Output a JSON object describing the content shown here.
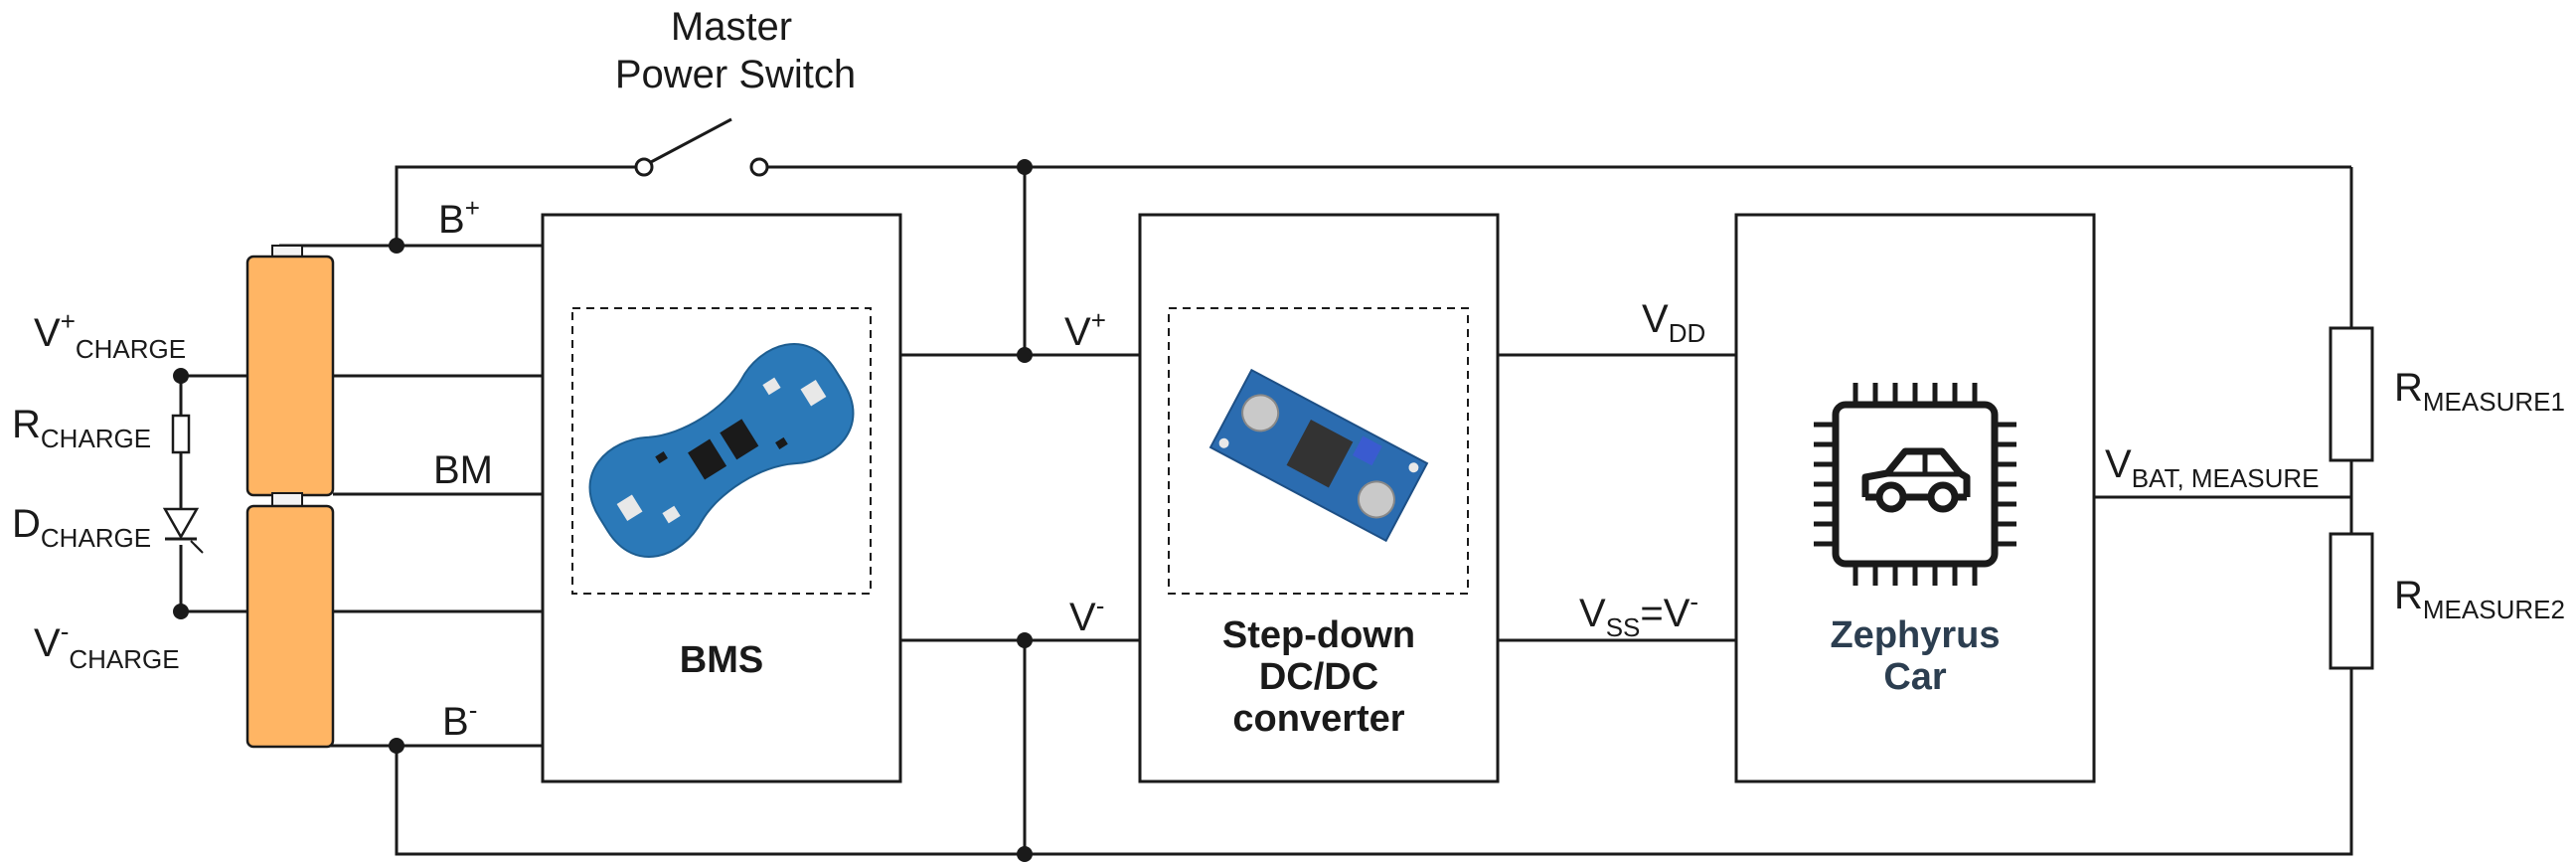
{
  "master_switch": {
    "line1": "Master",
    "line2": "Power Switch"
  },
  "labels": {
    "b_plus": {
      "main": "B",
      "sup": "+"
    },
    "b_minus": {
      "main": "B",
      "sup": "-"
    },
    "bm": "BM",
    "v_plus_charge": {
      "main": "V",
      "sup": "+",
      "sub": "CHARGE"
    },
    "v_minus_charge": {
      "main": "V",
      "sup": "-",
      "sub": "CHARGE"
    },
    "r_charge": {
      "main": "R",
      "sub": "CHARGE"
    },
    "d_charge": {
      "main": "D",
      "sub": "CHARGE"
    },
    "v_plus": {
      "main": "V",
      "sup": "+"
    },
    "v_minus": {
      "main": "V",
      "sup": "-"
    },
    "vdd": {
      "main": "V",
      "sub": "DD"
    },
    "vss": {
      "main": "V",
      "sub": "SS",
      "rest": "=V",
      "sup": "-"
    },
    "vbat": {
      "main": "V",
      "sub": "BAT, MEASURE"
    },
    "r_measure1": {
      "main": "R",
      "sub": "MEASURE1"
    },
    "r_measure2": {
      "main": "R",
      "sub": "MEASURE2"
    }
  },
  "blocks": {
    "bms": {
      "title": "BMS"
    },
    "converter": {
      "line1": "Step-down",
      "line2": "DC/DC",
      "line3": "converter"
    },
    "car": {
      "line1": "Zephyrus",
      "line2": "Car"
    }
  },
  "colors": {
    "battery_cell": "#FFB564",
    "pcb_blue": "#2b79b8",
    "car_text": "#2c3e50",
    "wire": "#1a1a1a"
  },
  "icons": {
    "battery": "battery-cell-icon",
    "bms_board": "bms-board-icon",
    "converter_board": "converter-board-icon",
    "car_chip": "car-chip-icon"
  }
}
